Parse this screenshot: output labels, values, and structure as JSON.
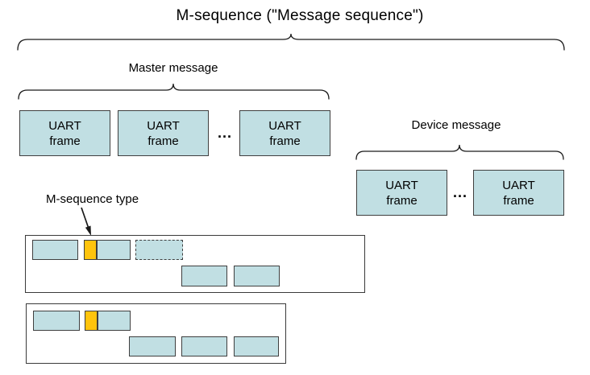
{
  "title": "M-sequence (\"Message sequence\")",
  "labels": {
    "master_message": "Master message",
    "device_message": "Device message",
    "mseq_type": "M-sequence type",
    "ellipsis": "..."
  },
  "uart_frame": {
    "line1": "UART",
    "line2": "frame"
  },
  "structure": {
    "master_message_uart_frames_shown": 3,
    "device_message_uart_frames_shown": 2,
    "sequence_example_1": {
      "row1_boxes": [
        "frame",
        "mseq-type-marker+frame",
        "dashed-optional-frame"
      ],
      "row2_boxes": 2
    },
    "sequence_example_2": {
      "row1_boxes": [
        "frame",
        "mseq-type-marker+frame"
      ],
      "row2_boxes": 3
    }
  },
  "colors": {
    "frame_fill": "#c1dfe3",
    "frame_border": "#3f3f3f",
    "mseq_type_fill": "#ffc40d",
    "container_border": "#3a3a3a",
    "line_color": "#1a1a1a",
    "text_color": "#000000",
    "background": "#ffffff"
  }
}
